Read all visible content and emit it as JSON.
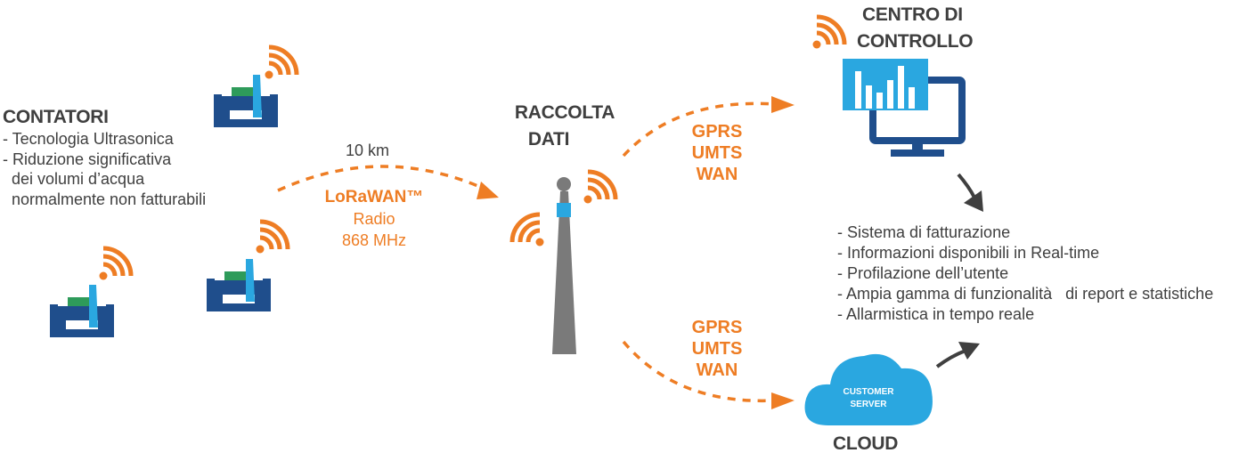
{
  "contatori": {
    "title": "CONTATORI",
    "bullets": [
      "- Tecnologia Ultrasonica",
      "- Riduzione significativa",
      "  dei volumi d’acqua",
      "  normalmente non fatturabili"
    ]
  },
  "link_lora": {
    "distance": "10 km",
    "technology": "LoRaWAN™",
    "type": "Radio",
    "frequency": "868 MHz"
  },
  "raccolta": {
    "title_line1": "RACCOLTA",
    "title_line2": "DATI"
  },
  "link_top": [
    "GPRS",
    "UMTS",
    "WAN"
  ],
  "link_bottom": [
    "GPRS",
    "UMTS",
    "WAN"
  ],
  "centro": {
    "title_line1": "CENTRO DI",
    "title_line2": "CONTROLLO"
  },
  "cloud": {
    "label": "CLOUD",
    "server_line1": "CUSTOMER",
    "server_line2": "SERVER"
  },
  "features": [
    "- Sistema di fatturazione",
    "- Informazioni disponibili in Real-time",
    "- Profilazione dell’utente",
    "- Ampia gamma di funzionalità   di report e statistiche",
    "- Allarmistica in tempo reale"
  ],
  "colors": {
    "accent_orange": "#ee7d24",
    "meter_navy": "#1f4e8c",
    "meter_blue": "#2aa7e0",
    "meter_green": "#2e9b5a",
    "antenna_grey": "#7a7a7a",
    "monitor_navy": "#1f4e8c",
    "cloud_blue": "#2aa7e0"
  },
  "icons": [
    "water-meter-icon",
    "wifi-signal-icon",
    "antenna-tower-icon",
    "monitor-icon",
    "cloud-icon",
    "arrow-icon"
  ]
}
